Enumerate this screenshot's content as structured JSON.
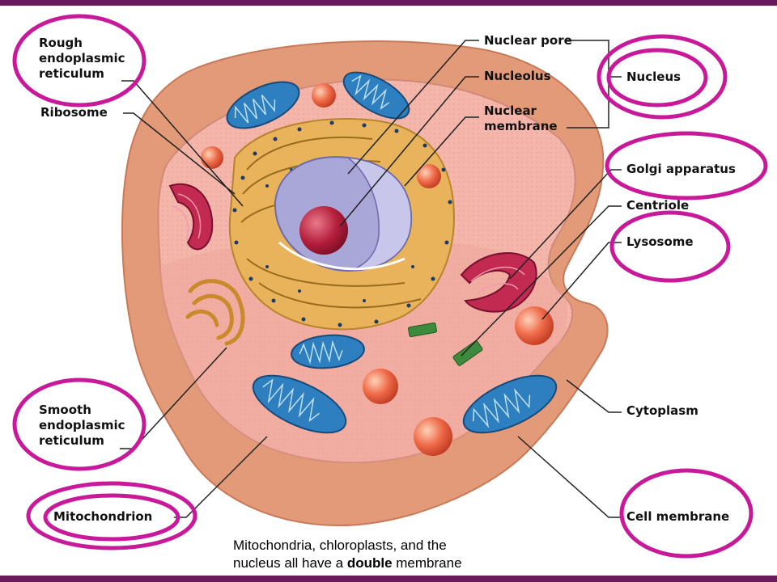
{
  "labels": {
    "rough_er": [
      "Rough",
      "endoplasmic",
      "reticulum"
    ],
    "ribosome": "Ribosome",
    "smooth_er": [
      "Smooth",
      "endoplasmic",
      "reticulum"
    ],
    "mitochondrion": "Mitochondrion",
    "nuclear_pore": "Nuclear pore",
    "nucleolus": "Nucleolus",
    "nuclear_membrane": [
      "Nuclear",
      "membrane"
    ],
    "nucleus": "Nucleus",
    "golgi": "Golgi apparatus",
    "centriole": "Centriole",
    "lysosome": "Lysosome",
    "cytoplasm": "Cytoplasm",
    "cell_membrane": "Cell membrane"
  },
  "caption": {
    "line1": "Mitochondria, chloroplasts, and the",
    "line2_pre": "nucleus all have a ",
    "line2_bold": "double",
    "line2_post": " membrane"
  },
  "colors": {
    "highlight_ring": "#c8199a",
    "frame": "#6b1a5c",
    "cell_outer": "#e8a07e",
    "cytoplasm": "#f2b2a6",
    "nucleus": "#a9a6d8",
    "nucleolus": "#b8203c",
    "mitochondria": "#2d7fbf",
    "golgi": "#c22a52",
    "lysosome": "#e8553c",
    "centriole": "#3c8a3c"
  }
}
